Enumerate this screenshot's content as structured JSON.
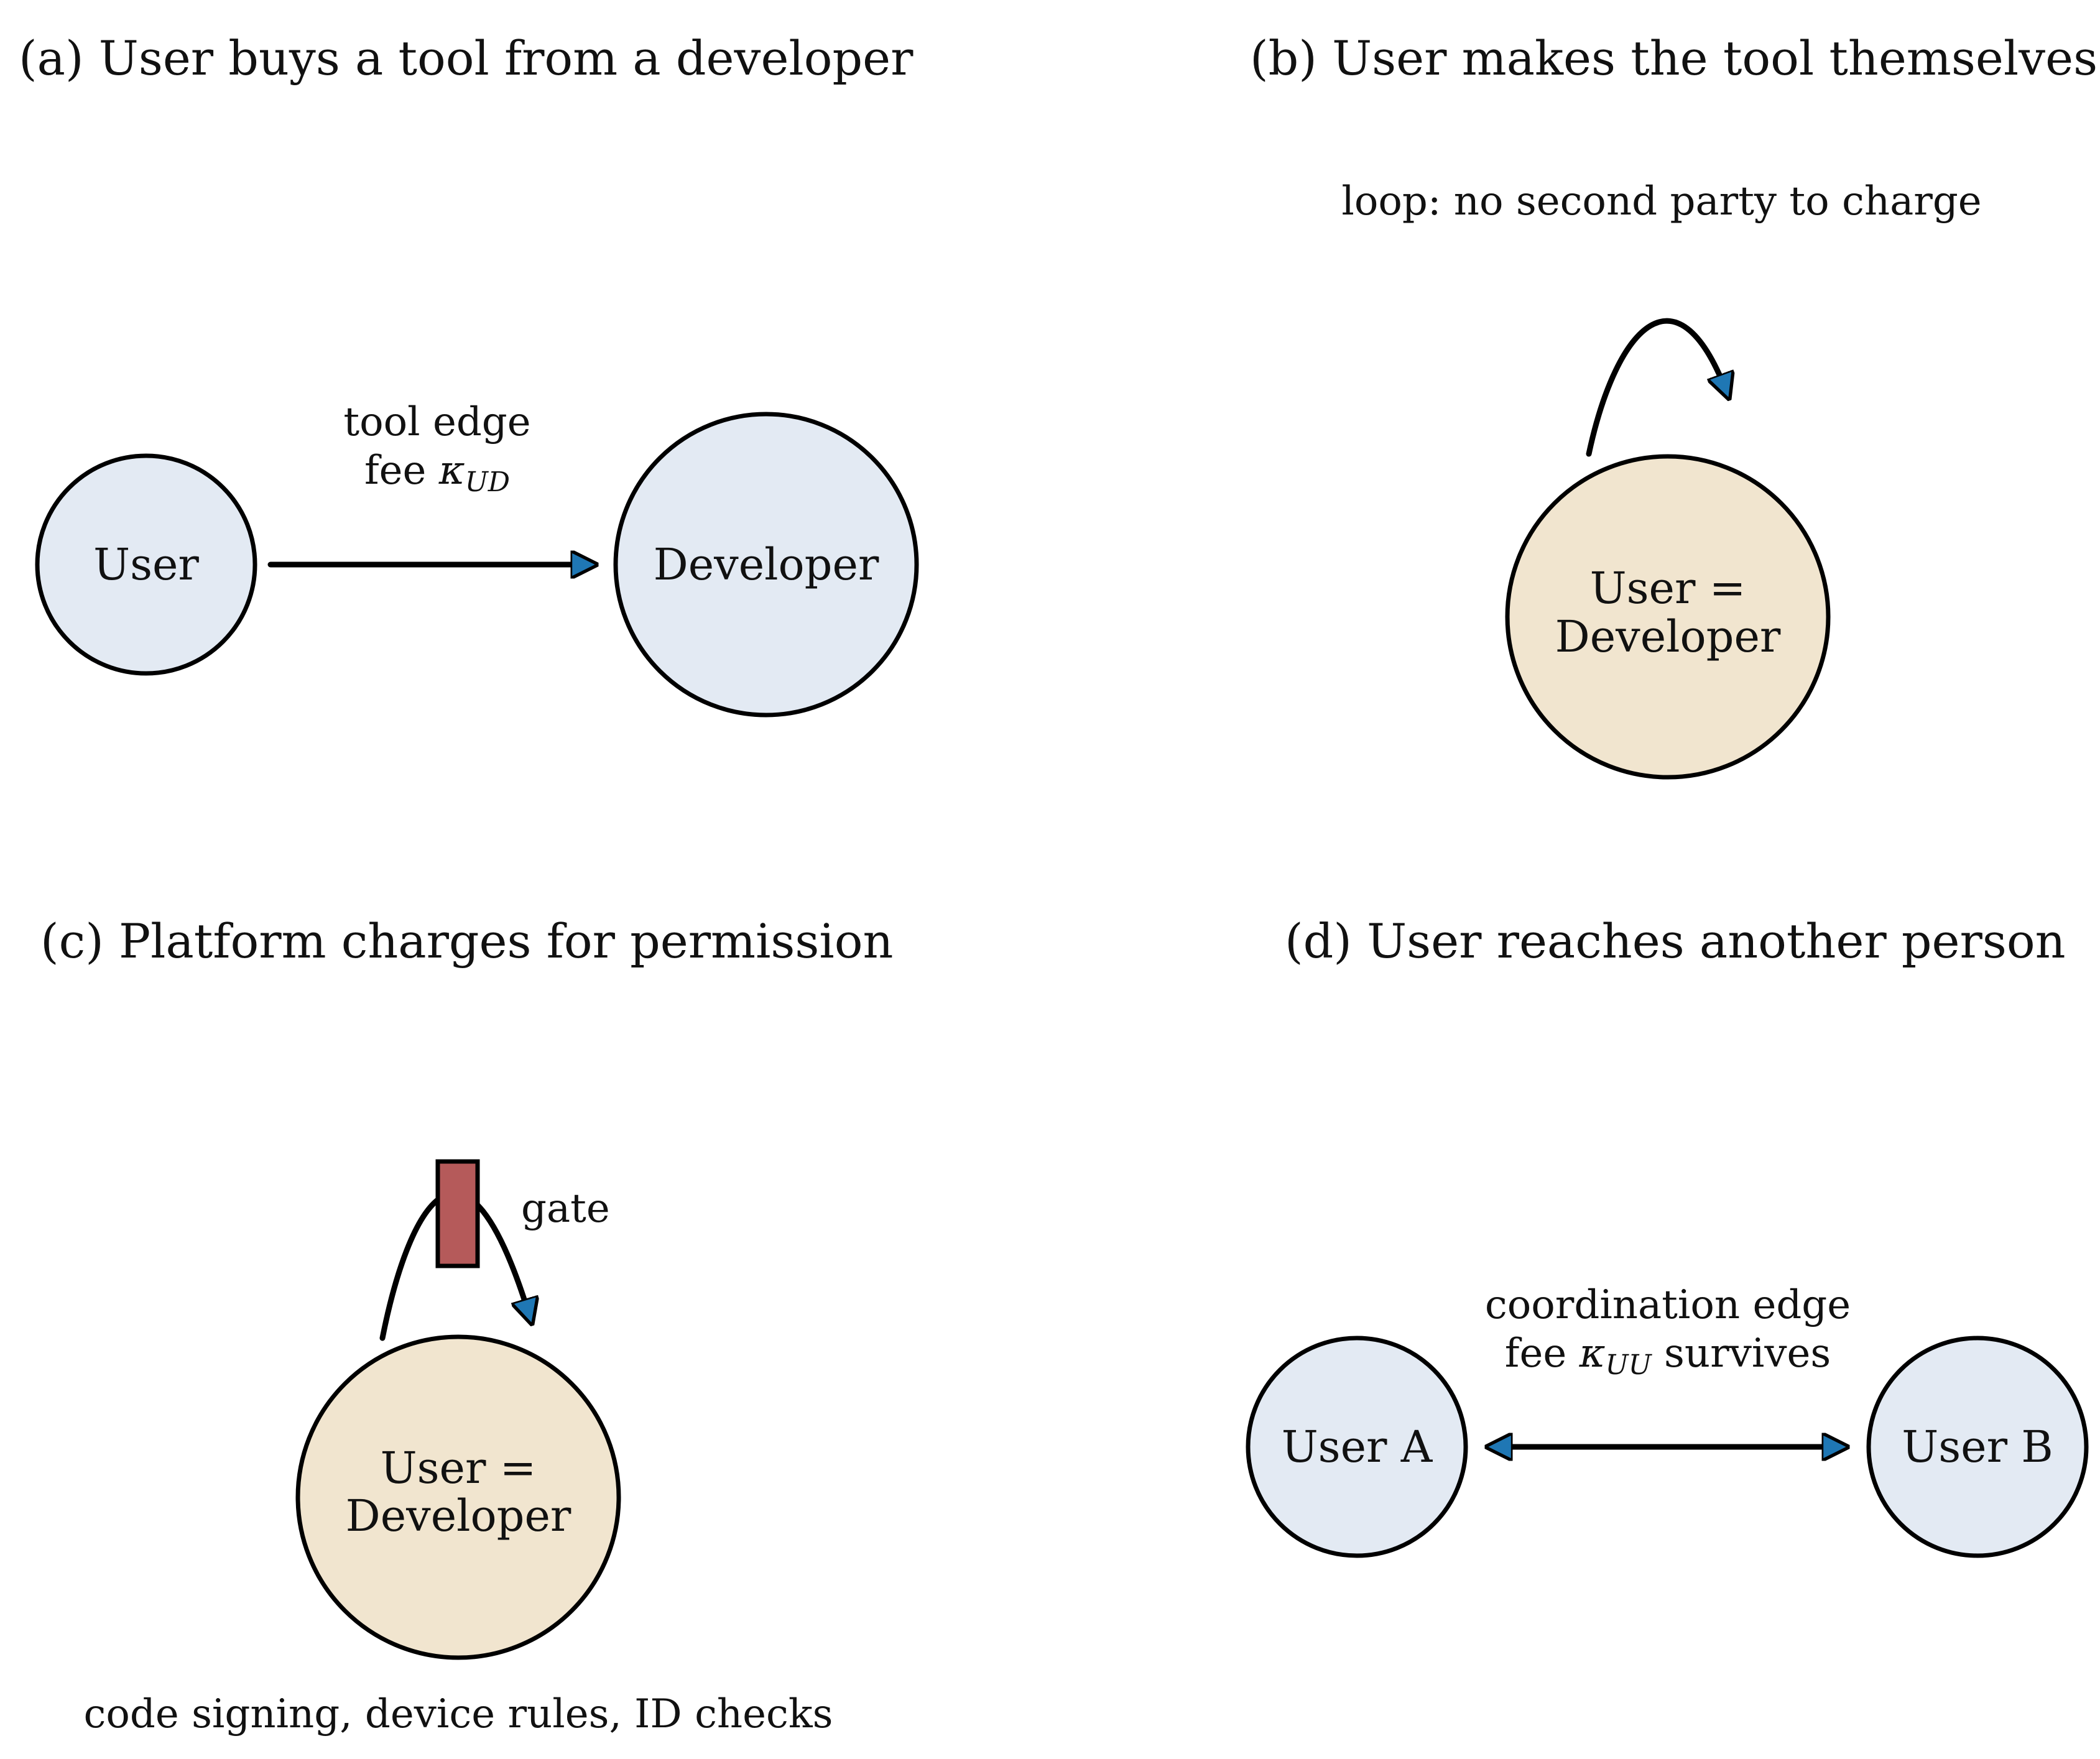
{
  "colors": {
    "user_node_fill": "#e3eaf3",
    "merged_node_fill": "#f1e5cf",
    "gate_fill": "#b55a5a",
    "arrowhead_fill": "#1f77b4",
    "line_color": "#000000"
  },
  "panels": {
    "a": {
      "title": "(a) User buys a tool from a developer",
      "user_label": "User",
      "developer_label": "Developer",
      "edge_label_line1": "tool edge",
      "edge_label_fee": "fee ",
      "edge_label_kappa": "κ",
      "edge_label_subscript": "UD"
    },
    "b": {
      "title": "(b) User makes the tool themselves",
      "loop_note": "loop: no second party to charge",
      "node_label_line1": "User =",
      "node_label_line2": "Developer"
    },
    "c": {
      "title": "(c) Platform charges for permission",
      "gate_label": "gate",
      "node_label_line1": "User =",
      "node_label_line2": "Developer",
      "footnote": "code signing, device rules, ID checks"
    },
    "d": {
      "title": "(d) User reaches another person",
      "user_a_label": "User A",
      "user_b_label": "User B",
      "edge_label_line1": "coordination edge",
      "edge_label_fee": "fee ",
      "edge_label_kappa": "κ",
      "edge_label_subscript": "UU",
      "edge_label_suffix": " survives"
    }
  }
}
